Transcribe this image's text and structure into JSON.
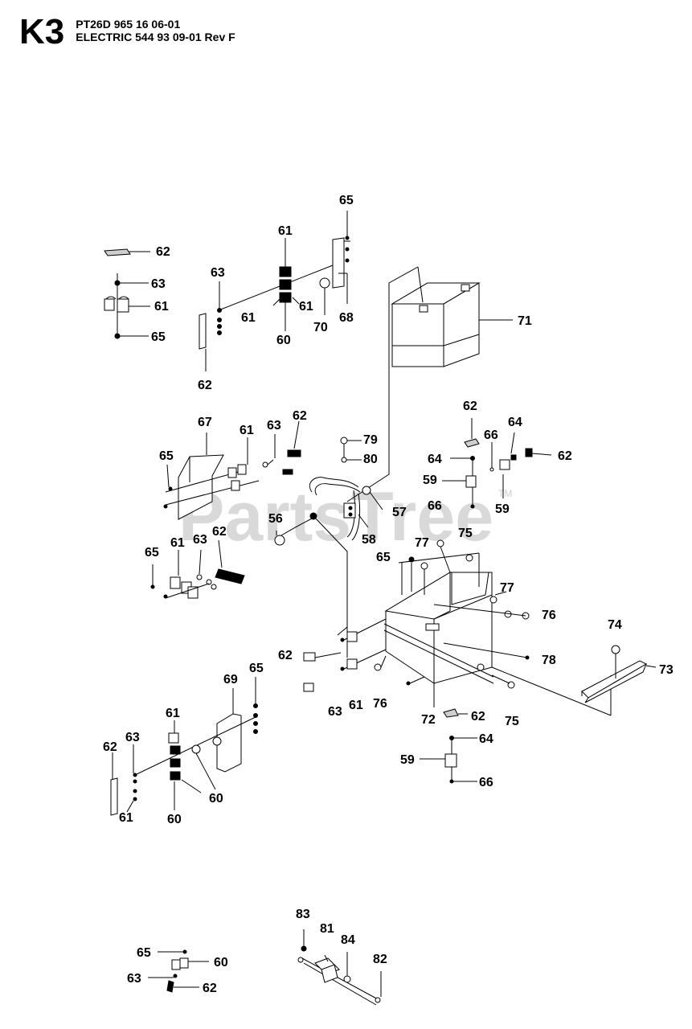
{
  "header": {
    "page_code": "K3",
    "model_line": "PT26D 965 16 06-01",
    "section_line": "ELECTRIC 544 93 09-01 Rev F"
  },
  "watermark": {
    "text": "PartsTree",
    "tm": "TM"
  },
  "callouts": {
    "c65a": "65",
    "c61a": "61",
    "c63a": "63",
    "c61b": "61",
    "c61c": "61",
    "c60a": "60",
    "c70": "70",
    "c68": "68",
    "c62a": "62",
    "c63b": "63",
    "c61d": "61",
    "c65b": "65",
    "c62b": "62",
    "c71": "71",
    "c67": "67",
    "c61e": "61",
    "c63c": "63",
    "c62c": "62",
    "c65c": "65",
    "c79": "79",
    "c80": "80",
    "c62d": "62",
    "c66a": "66",
    "c64a": "64",
    "c64b": "64",
    "c62e": "62",
    "c59a": "59",
    "c66b": "66",
    "c59b": "59",
    "c56": "56",
    "c57": "57",
    "c58": "58",
    "c62f": "62",
    "c61f": "61",
    "c63d": "63",
    "c65d": "65",
    "c77a": "77",
    "c75a": "75",
    "c65e": "65",
    "c77b": "77",
    "c76a": "76",
    "c74": "74",
    "c73": "73",
    "c78": "78",
    "c62g": "62",
    "c63e": "63",
    "c61g": "61",
    "c76b": "76",
    "c72": "72",
    "c62h": "62",
    "c75b": "75",
    "c64c": "64",
    "c59c": "59",
    "c66c": "66",
    "c69": "69",
    "c65f": "65",
    "c61h": "61",
    "c63f": "63",
    "c62i": "62",
    "c60b": "60",
    "c61i": "61",
    "c60c": "60",
    "c83": "83",
    "c81": "81",
    "c84": "84",
    "c82": "82",
    "c65g": "65",
    "c60d": "60",
    "c63g": "63",
    "c62j": "62"
  }
}
